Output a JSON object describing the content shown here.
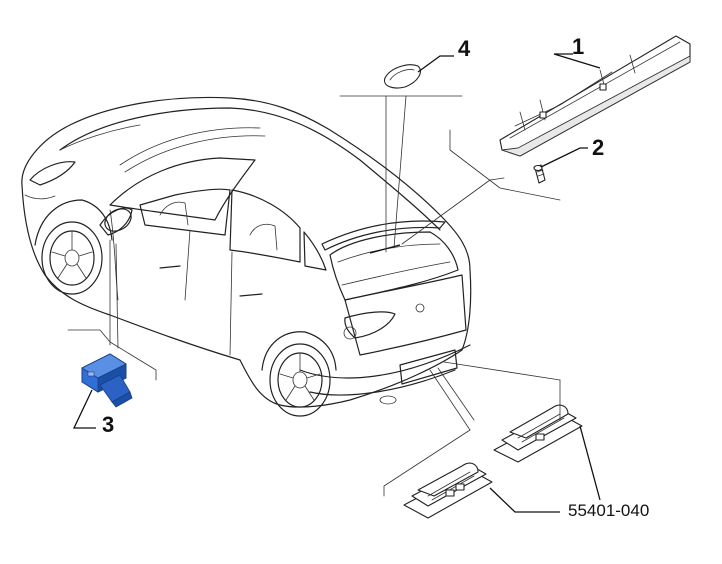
{
  "callouts": {
    "item1": "1",
    "item2": "2",
    "item3": "3",
    "item4": "4"
  },
  "part_number": "55401-040",
  "colors": {
    "line": "#222222",
    "highlight": "#2f6fd6",
    "highlight_dark": "#1a4fa8",
    "background": "#ffffff"
  }
}
